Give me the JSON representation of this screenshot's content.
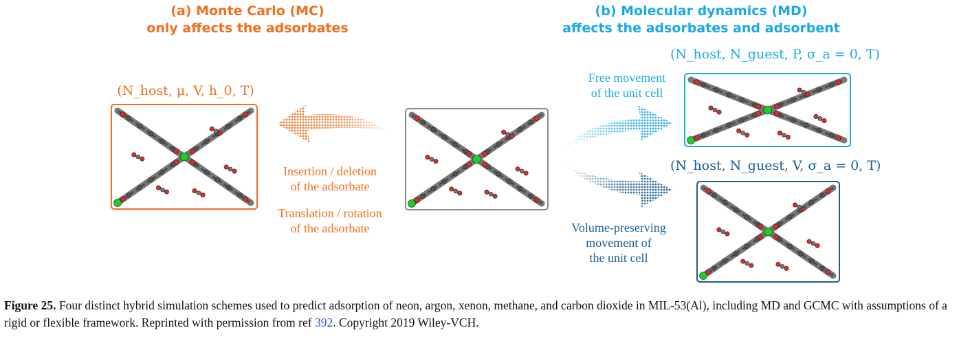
{
  "panel_a": {
    "heading_line1": "(a) Monte Carlo (MC)",
    "heading_line2": "only affects the adsorbates",
    "ensemble": "(N_host, μ, V, h_0, T)",
    "arrow_label1_line1": "Insertion / deletion",
    "arrow_label1_line2": "of the adsorbate",
    "arrow_label2_line1": "Translation / rotation",
    "arrow_label2_line2": "of the adsorbate"
  },
  "panel_b": {
    "heading_line1": "(b) Molecular dynamics (MD)",
    "heading_line2": "affects the adsorbates and adsorbent",
    "ensemble_top": "(N_host, N_guest, P, σ_a = 0, T)",
    "ensemble_bottom": "(N_host, N_guest, V, σ_a = 0, T)",
    "top_label_line1": "Free movement",
    "top_label_line2": "of the unit cell",
    "bottom_label_line1": "Volume-preserving",
    "bottom_label_line2": "movement of",
    "bottom_label_line3": "the unit cell"
  },
  "caption": {
    "figure_label": "Figure 25.",
    "text_before_ref": " Four distinct hybrid simulation schemes used to predict adsorption of neon, argon, xenon, methane, and carbon dioxide in MIL-53(Al), including MD and GCMC with assumptions of a rigid or flexible framework. Reprinted with permission from ref ",
    "ref_number": "392",
    "text_after_ref": ". Copyright 2019 Wiley-VCH."
  },
  "colors": {
    "orange": "#f07020",
    "cyan": "#1ba9e6",
    "dark_blue": "#1b5d91",
    "gray_frame": "#8a8a8a",
    "carbon": "#555555",
    "oxygen": "#e02a2a",
    "aluminium": "#22cc22"
  }
}
